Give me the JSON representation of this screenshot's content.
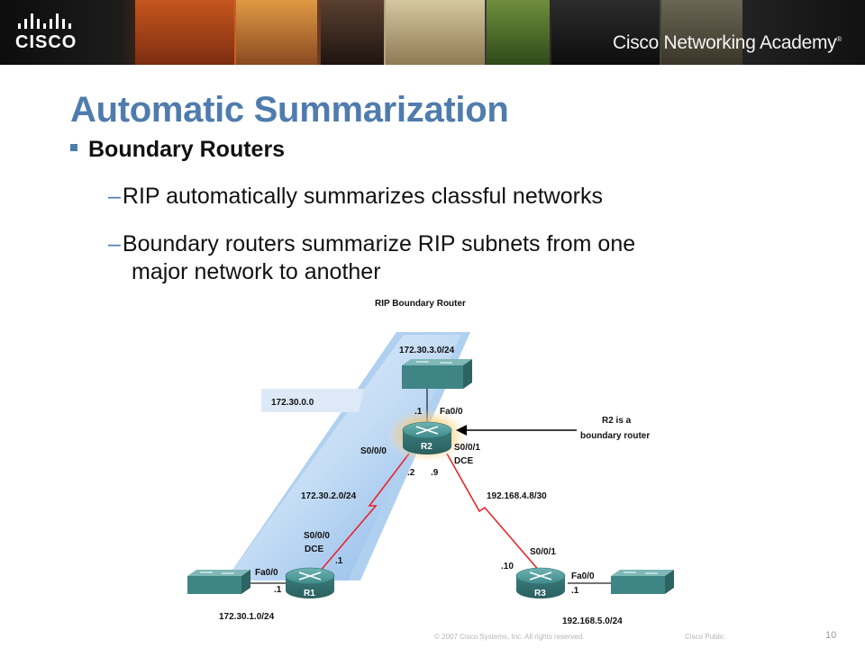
{
  "header": {
    "logo_text": "CISCO",
    "academy_label": "Cisco Networking Academy",
    "trademark": "®"
  },
  "slide": {
    "title": "Automatic Summarization",
    "bullet": "Boundary Routers",
    "sub1": "RIP automatically summarizes classful networks",
    "sub2_line1": "Boundary routers summarize RIP subnets from one",
    "sub2_line2": "major network to another"
  },
  "diagram": {
    "title": "RIP Boundary Router",
    "net_summary": "172.30.0.0",
    "lan_r2": "172.30.3.0/24",
    "lan_r1": "172.30.1.0/24",
    "lan_r3": "192.168.5.0/24",
    "link_r1_r2": "172.30.2.0/24",
    "link_r2_r3": "192.168.4.8/30",
    "r2_fa_host": ".1",
    "r2_fa_if": "Fa0/0",
    "r2_s000": "S0/0/0",
    "r2_s001": "S0/0/1",
    "r2_dce": "DCE",
    "r2_host_2": ".2",
    "r2_host_9": ".9",
    "r1_s000": "S0/0/0",
    "r1_dce": "DCE",
    "r1_host_serial": ".1",
    "r1_fa_if": "Fa0/0",
    "r1_fa_host": ".1",
    "r3_s001": "S0/0/1",
    "r3_host_10": ".10",
    "r3_fa_if": "Fa0/0",
    "r3_fa_host": ".1",
    "r1_label": "R1",
    "r2_label": "R2",
    "r3_label": "R3",
    "callout_line1": "R2 is a",
    "callout_line2": "boundary router",
    "colors": {
      "summary_area": "#9cc3ee",
      "serial_link": "#e8262a",
      "router": "#3f8585",
      "callout": "#000000"
    }
  },
  "footer": {
    "copyright": "© 2007 Cisco Systems, Inc. All rights reserved.",
    "classification": "Cisco Public",
    "page_number": "10"
  }
}
